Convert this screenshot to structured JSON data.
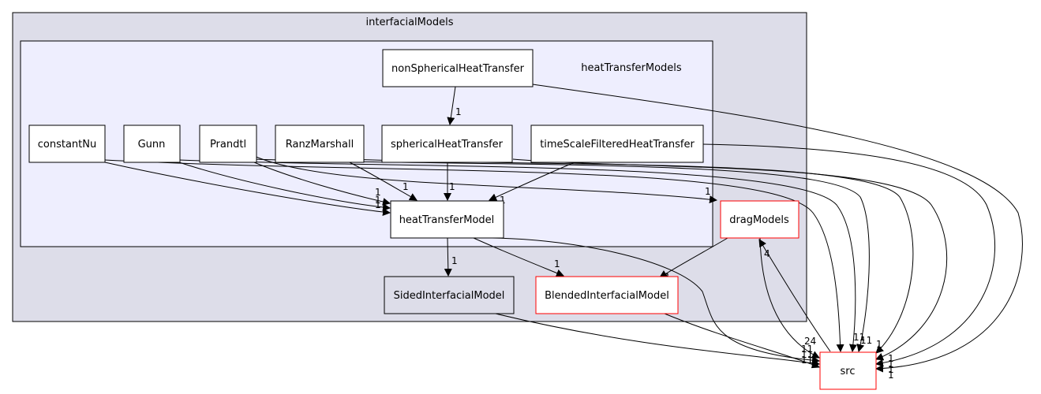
{
  "clusters": {
    "outer": {
      "label": "interfacialModels"
    },
    "inner": {
      "label": "heatTransferModels"
    }
  },
  "nodes": {
    "nonSphericalHeatTransfer": "nonSphericalHeatTransfer",
    "constantNu": "constantNu",
    "Gunn": "Gunn",
    "Prandtl": "Prandtl",
    "RanzMarshall": "RanzMarshall",
    "sphericalHeatTransfer": "sphericalHeatTransfer",
    "timeScaleFilteredHeatTransfer": "timeScaleFilteredHeatTransfer",
    "heatTransferModel": "heatTransferModel",
    "dragModels": "dragModels",
    "SidedInterfacialModel": "SidedInterfacialModel",
    "BlendedInterfacialModel": "BlendedInterfacialModel",
    "src": "src"
  },
  "edge_labels": {
    "nonSpherical_to_spherical": "1",
    "spherical_to_htm": "1",
    "timeScale_to_htm": "1",
    "ranz_to_htm": "1",
    "prandtl_to_htm": "1",
    "gunn_to_htm": "1",
    "constantNu_to_htm": "1",
    "prandtl_to_drag": "1",
    "htm_to_sided": "1",
    "htm_to_blended": "1",
    "drag_to_blended": "1",
    "drag_to_src": "4",
    "src_to_drag": "24",
    "src_left_a": "11",
    "src_left_b": "11",
    "src_left_c": "11",
    "src_top_a": "11",
    "src_top_b": "11",
    "src_top_c": "1",
    "src_right_a": "1",
    "src_right_b": "1",
    "src_right_c": "1",
    "src_right_d": "1"
  },
  "colors": {
    "outer_cluster_fill": "#dddde9",
    "inner_cluster_fill": "#eeeefe",
    "external_node_border": "#ff0000"
  }
}
